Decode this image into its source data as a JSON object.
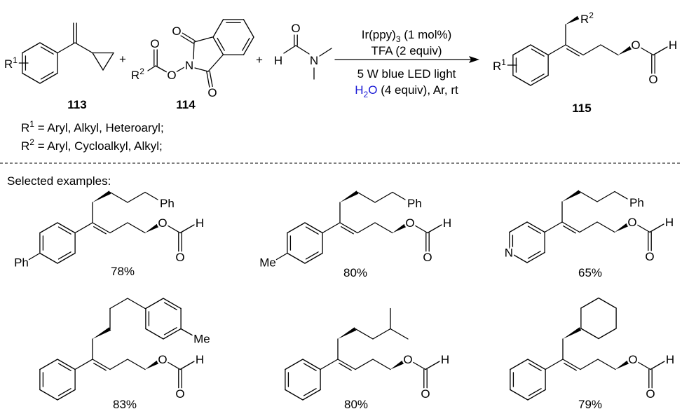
{
  "colors": {
    "text": "#000000",
    "formamide": "#e8211d",
    "water": "#1b1bd6"
  },
  "scheme": {
    "compound_113": {
      "label": "113",
      "r": "R",
      "r_sup": "1"
    },
    "plus_1": "+",
    "compound_114": {
      "label": "114",
      "r": "R",
      "r_sup": "2",
      "o_carbonyl": "O",
      "o_ester": "O",
      "n": "N",
      "o_imide_top": "O",
      "o_imide_bottom": "O"
    },
    "plus_2": "+",
    "dmf": {
      "o": "O",
      "h": "H",
      "n": "N"
    },
    "conditions": {
      "line1_main": "Ir(ppy)",
      "line1_sub": "3",
      "line1_rest": " (1 mol%)",
      "line2": "TFA (2 equiv)",
      "line3": "5 W blue LED light",
      "line4_h": "H",
      "line4_sub": "2",
      "line4_o": "O",
      "line4_rest": " (4 equiv), Ar, rt"
    },
    "product_115": {
      "label": "115",
      "r1": "R",
      "r1_sup": "1",
      "r2": "R",
      "r2_sup": "2"
    },
    "r_definitions": [
      {
        "r": "R",
        "sup": "1",
        "text": " = Aryl, Alkyl, Heteroaryl;"
      },
      {
        "r": "R",
        "sup": "2",
        "text": " = Aryl, Cycloalkyl, Alkyl;"
      }
    ]
  },
  "formate": {
    "o_ester": "O",
    "h": "H",
    "o_carbonyl": "O"
  },
  "examples_heading": "Selected examples:",
  "examples": [
    {
      "yield": "78%",
      "aryl_substituent": "Ph",
      "r2_label": "Ph"
    },
    {
      "yield": "80%",
      "aryl_substituent": "Me",
      "r2_label": "Ph"
    },
    {
      "yield": "65%",
      "ring_heteroatom": "N",
      "r2_label": "Ph"
    },
    {
      "yield": "83%",
      "r2_substituent": "Me"
    },
    {
      "yield": "80%"
    },
    {
      "yield": "79%"
    }
  ]
}
